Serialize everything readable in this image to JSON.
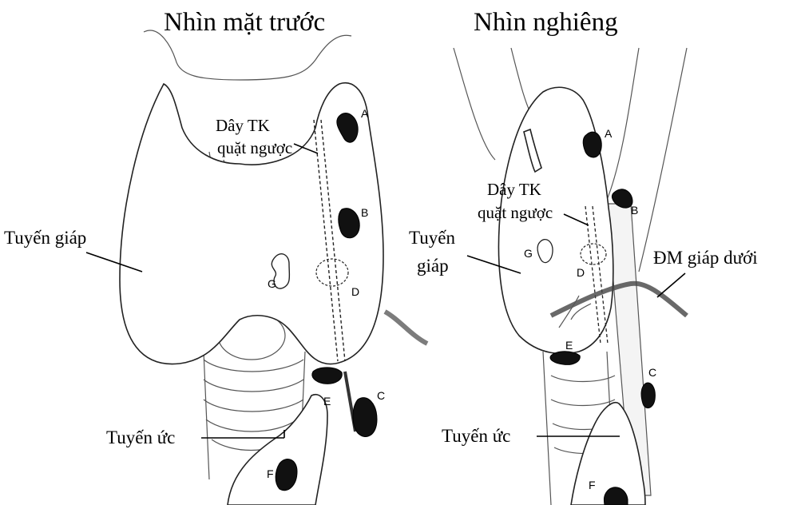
{
  "titles": {
    "front": "Nhìn mặt trước",
    "side": "Nhìn nghiêng"
  },
  "front_view": {
    "nerve_label_line1": "Dây TK",
    "nerve_label_line2": "quặt ngược",
    "thyroid_label": "Tuyến giáp",
    "thymus_label": "Tuyến ức",
    "glands": [
      "A",
      "B",
      "C",
      "D",
      "E",
      "F",
      "G"
    ]
  },
  "side_view": {
    "nerve_label_line1": "Dây TK",
    "nerve_label_line2": "quặt ngược",
    "thyroid_label_line1": "Tuyến",
    "thyroid_label_line2": "giáp",
    "artery_label": "ĐM giáp dưới",
    "thymus_label": "Tuyến ức",
    "glands": [
      "A",
      "B",
      "C",
      "D",
      "E",
      "F",
      "G"
    ]
  }
}
